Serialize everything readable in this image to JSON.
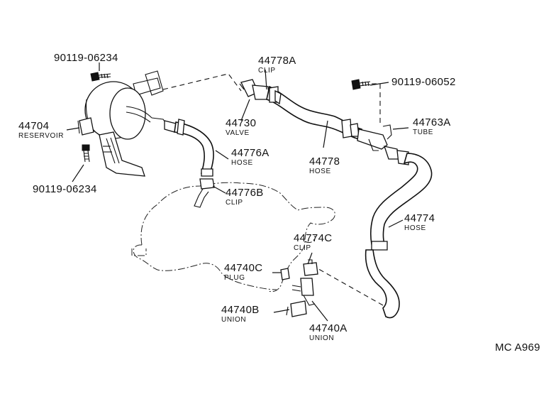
{
  "diagram": {
    "code": "MC A969",
    "parts": {
      "bolt_res_top": {
        "number": "90119-06234"
      },
      "reservoir": {
        "number": "44704",
        "name": "RESERVOIR"
      },
      "bolt_res_bottom": {
        "number": "90119-06234"
      },
      "clip_a": {
        "number": "44778A",
        "name": "CLIP"
      },
      "valve": {
        "number": "44730",
        "name": "VALVE"
      },
      "hose_778": {
        "number": "44778",
        "name": "HOSE"
      },
      "bolt_right": {
        "number": "90119-06052"
      },
      "tube": {
        "number": "44763A",
        "name": "TUBE"
      },
      "hose_776a": {
        "number": "44776A",
        "name": "HOSE"
      },
      "clip_776b": {
        "number": "44776B",
        "name": "CLIP"
      },
      "hose_774": {
        "number": "44774",
        "name": "HOSE"
      },
      "clip_774c": {
        "number": "44774C",
        "name": "CLIP"
      },
      "plug": {
        "number": "44740C",
        "name": "PLUG"
      },
      "union_b": {
        "number": "44740B",
        "name": "UNION"
      },
      "union_a": {
        "number": "44740A",
        "name": "UNION"
      }
    }
  }
}
